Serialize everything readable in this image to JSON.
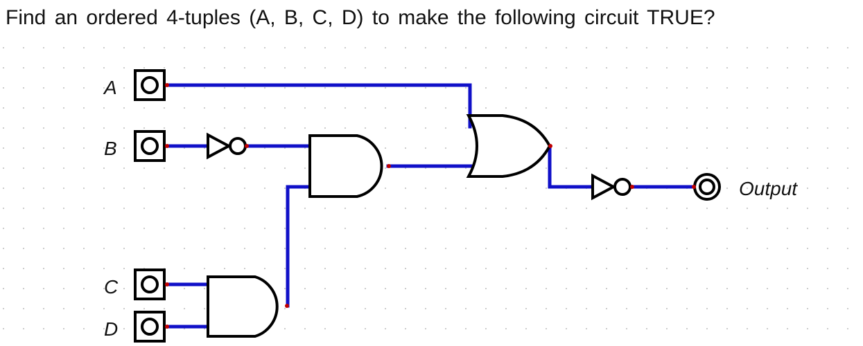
{
  "question": "Find an ordered 4-tuples (A, B, C, D) to make the following circuit TRUE?",
  "inputs": [
    "A",
    "B",
    "C",
    "D"
  ],
  "output_label": "Output",
  "gates": {
    "not_b": "NOT",
    "and_top": "AND",
    "and_bottom": "AND",
    "or": "OR",
    "not_out": "NOT"
  },
  "colors": {
    "wire": "#1010c8",
    "pin": "#c00000",
    "gate_stroke": "#000000",
    "grid_dot": "#c8c8c8"
  }
}
